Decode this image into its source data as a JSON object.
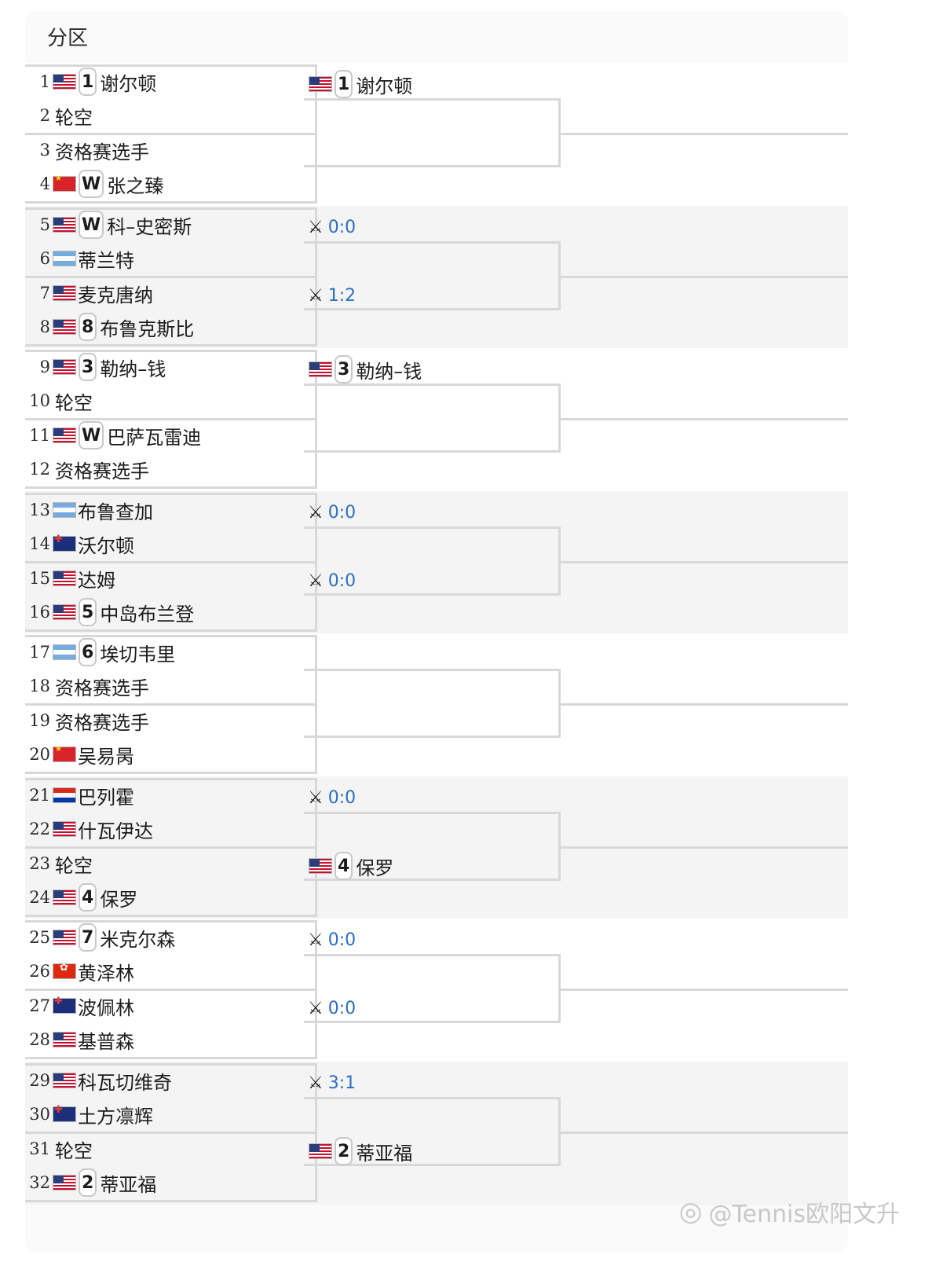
{
  "title": "分区",
  "watermark": "@Tennis欧阳文升",
  "players": [
    {
      "num": "1",
      "flag": "usa",
      "seed": "1",
      "name": "谢尔顿"
    },
    {
      "num": "2",
      "flag": "",
      "seed": "",
      "name": "轮空"
    },
    {
      "num": "3",
      "flag": "",
      "seed": "",
      "name": "资格赛选手"
    },
    {
      "num": "4",
      "flag": "chn",
      "seed": "W",
      "name": "张之臻"
    },
    {
      "num": "5",
      "flag": "usa",
      "seed": "W",
      "name": "科–史密斯"
    },
    {
      "num": "6",
      "flag": "arg",
      "seed": "",
      "name": "蒂兰特"
    },
    {
      "num": "7",
      "flag": "usa",
      "seed": "",
      "name": "麦克唐纳"
    },
    {
      "num": "8",
      "flag": "usa",
      "seed": "8",
      "name": "布鲁克斯比"
    },
    {
      "num": "9",
      "flag": "usa",
      "seed": "3",
      "name": "勒纳–钱"
    },
    {
      "num": "10",
      "flag": "",
      "seed": "",
      "name": "轮空"
    },
    {
      "num": "11",
      "flag": "usa",
      "seed": "W",
      "name": "巴萨瓦雷迪"
    },
    {
      "num": "12",
      "flag": "",
      "seed": "",
      "name": "资格赛选手"
    },
    {
      "num": "13",
      "flag": "arg",
      "seed": "",
      "name": "布鲁查加"
    },
    {
      "num": "14",
      "flag": "aus",
      "seed": "",
      "name": "沃尔顿"
    },
    {
      "num": "15",
      "flag": "usa",
      "seed": "",
      "name": "达姆"
    },
    {
      "num": "16",
      "flag": "usa",
      "seed": "5",
      "name": "中岛布兰登"
    },
    {
      "num": "17",
      "flag": "arg",
      "seed": "6",
      "name": "埃切韦里"
    },
    {
      "num": "18",
      "flag": "",
      "seed": "",
      "name": "资格赛选手"
    },
    {
      "num": "19",
      "flag": "",
      "seed": "",
      "name": "资格赛选手"
    },
    {
      "num": "20",
      "flag": "chn",
      "seed": "",
      "name": "吴易昺"
    },
    {
      "num": "21",
      "flag": "par",
      "seed": "",
      "name": "巴列霍"
    },
    {
      "num": "22",
      "flag": "usa",
      "seed": "",
      "name": "什瓦伊达"
    },
    {
      "num": "23",
      "flag": "",
      "seed": "",
      "name": "轮空"
    },
    {
      "num": "24",
      "flag": "usa",
      "seed": "4",
      "name": "保罗"
    },
    {
      "num": "25",
      "flag": "usa",
      "seed": "7",
      "name": "米克尔森"
    },
    {
      "num": "26",
      "flag": "hkg",
      "seed": "",
      "name": "黄泽林"
    },
    {
      "num": "27",
      "flag": "aus",
      "seed": "",
      "name": "波佩林"
    },
    {
      "num": "28",
      "flag": "usa",
      "seed": "",
      "name": "基普森"
    },
    {
      "num": "29",
      "flag": "usa",
      "seed": "",
      "name": "科瓦切维奇"
    },
    {
      "num": "30",
      "flag": "aus",
      "seed": "",
      "name": "土方凛辉"
    },
    {
      "num": "31",
      "flag": "",
      "seed": "",
      "name": "轮空"
    },
    {
      "num": "32",
      "flag": "usa",
      "seed": "2",
      "name": "蒂亚福"
    }
  ],
  "round2": [
    {
      "type": "player",
      "flag": "usa",
      "seed": "1",
      "name": "谢尔顿"
    },
    {
      "type": "empty"
    },
    {
      "type": "score",
      "score": "0:0"
    },
    {
      "type": "score",
      "score": "1:2"
    },
    {
      "type": "player",
      "flag": "usa",
      "seed": "3",
      "name": "勒纳–钱"
    },
    {
      "type": "empty"
    },
    {
      "type": "score",
      "score": "0:0"
    },
    {
      "type": "score",
      "score": "0:0"
    },
    {
      "type": "empty"
    },
    {
      "type": "empty"
    },
    {
      "type": "score",
      "score": "0:0"
    },
    {
      "type": "player",
      "flag": "usa",
      "seed": "4",
      "name": "保罗"
    },
    {
      "type": "score",
      "score": "0:0"
    },
    {
      "type": "score",
      "score": "0:0"
    },
    {
      "type": "score",
      "score": "3:1"
    },
    {
      "type": "player",
      "flag": "usa",
      "seed": "2",
      "name": "蒂亚福"
    }
  ],
  "live_icon": "crossed-swords-icon",
  "colors": {
    "score_blue": "#2d6fc0",
    "bracket_line": "#d8d8d8"
  }
}
